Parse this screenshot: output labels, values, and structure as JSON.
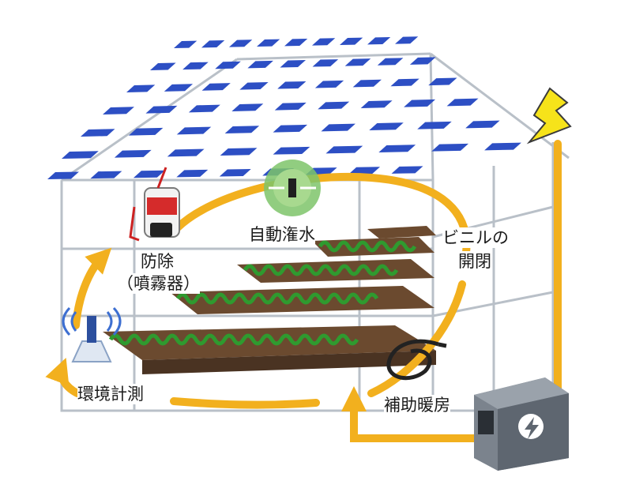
{
  "labels": {
    "irrigation": "自動潅水",
    "vinyl_line1": "ビニルの",
    "vinyl_line2": "開閉",
    "pest_line1": "防除",
    "pest_line2": "（噴霧器）",
    "sensing": "環境計測",
    "heating": "補助暖房"
  },
  "icons": [
    "solar-panel-icon",
    "lightning-bolt-icon",
    "sprinkler-icon",
    "sprayer-icon",
    "wireless-sensor-icon",
    "heater-hose-icon",
    "battery-storage-icon"
  ],
  "colors": {
    "flow_arrow": "#f2b01e",
    "solar_panel": "#2d4fc4",
    "frame": "#b9c0c8",
    "soil": "#6b4a2f",
    "crop": "#2f9a2f",
    "bolt": "#f6e31a",
    "battery": "#5e6670"
  }
}
